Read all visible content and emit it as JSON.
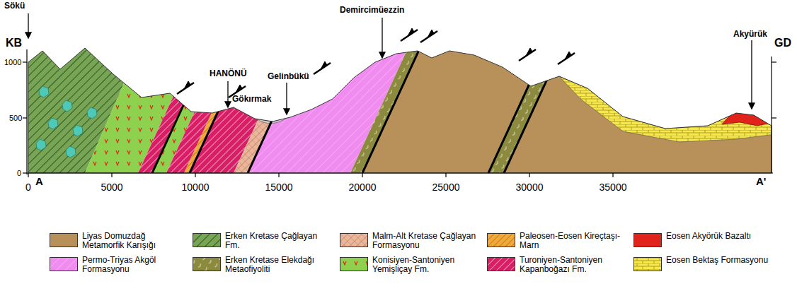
{
  "diagram": {
    "labels": [
      "Sökü",
      "KB",
      "HANÖNÜ",
      "Gökırmak",
      "Gelinbükü",
      "Demircimüezzin",
      "GD",
      "Akyürük",
      "1000",
      "500",
      "0",
      "A",
      "0",
      "5000",
      "10000",
      "15000",
      "20000",
      "25000",
      "30000",
      "35000",
      "A'"
    ],
    "legend": [
      {
        "text": "Liyas Domuzdağ Metamorfik Karışığı",
        "color": "#b8915a"
      },
      {
        "text": "Erken Kretase Çağlayan Fm.",
        "color": "#78a456"
      },
      {
        "text": "Malm-Alt Kretase Çağlayan Formasyonu",
        "color": "#eab79c"
      },
      {
        "text": "Paleosen-Eosen Kireçtaşı-Marn",
        "color": "#f2a93a"
      },
      {
        "text": "Eosen Akyörük Bazaltı",
        "color": "#e0241c"
      },
      {
        "text": "Permo-Triyas Akgöl Formasyonu",
        "color": "#f08cf0"
      },
      {
        "text": "Erken Kretase Elekdağı Metaofiyoliti",
        "color": "#8c8a3e"
      },
      {
        "text": "Konisiyen-Santoniyen Yemişliçay Fm.",
        "color": "#8ed14e"
      },
      {
        "text": "Turoniyen-Santoniyen Kapanboğazı Fm.",
        "color": "#d81f66"
      },
      {
        "text": "Eosen Bektaş Formasyonu",
        "color": "#f7e84a"
      }
    ]
  }
}
